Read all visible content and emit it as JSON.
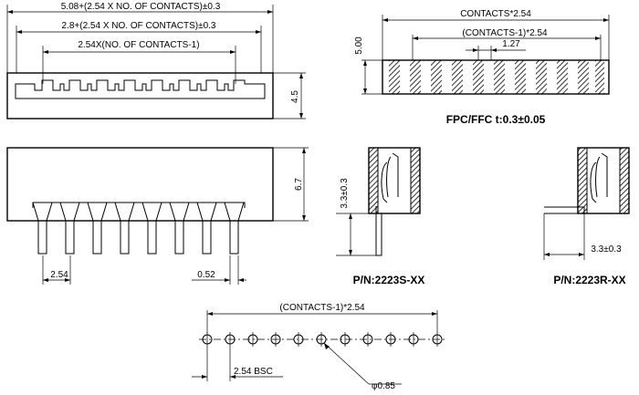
{
  "top_view": {
    "dim_overall": "5.08+(2.54 X NO. OF CONTACTS)±0.3",
    "dim_inner": "2.8+(2.54 X NO. OF CONTACTS)±0.3",
    "dim_pitch": "2.54X(NO. OF CONTACTS-1)",
    "dim_height": "4.5"
  },
  "front_view": {
    "dim_height": "6.7",
    "dim_pitch": "2.54",
    "dim_pin": "0.52"
  },
  "fpc": {
    "dim_contacts": "CONTACTS*2.54",
    "dim_pitch_total": "(CONTACTS-1)*2.54",
    "dim_pitch": "1.27",
    "dim_width": "5.00",
    "caption": "FPC/FFC t:0.3±0.05"
  },
  "straight": {
    "dim": "3.3±0.3",
    "part_number": "P/N:2223S-XX"
  },
  "right_angle": {
    "dim": "3.3±0.3",
    "part_number": "P/N:2223R-XX"
  },
  "footprint": {
    "dim_total": "(CONTACTS-1)*2.54",
    "dim_pitch": "2.54  BSC",
    "dim_hole": "φ0.85"
  }
}
